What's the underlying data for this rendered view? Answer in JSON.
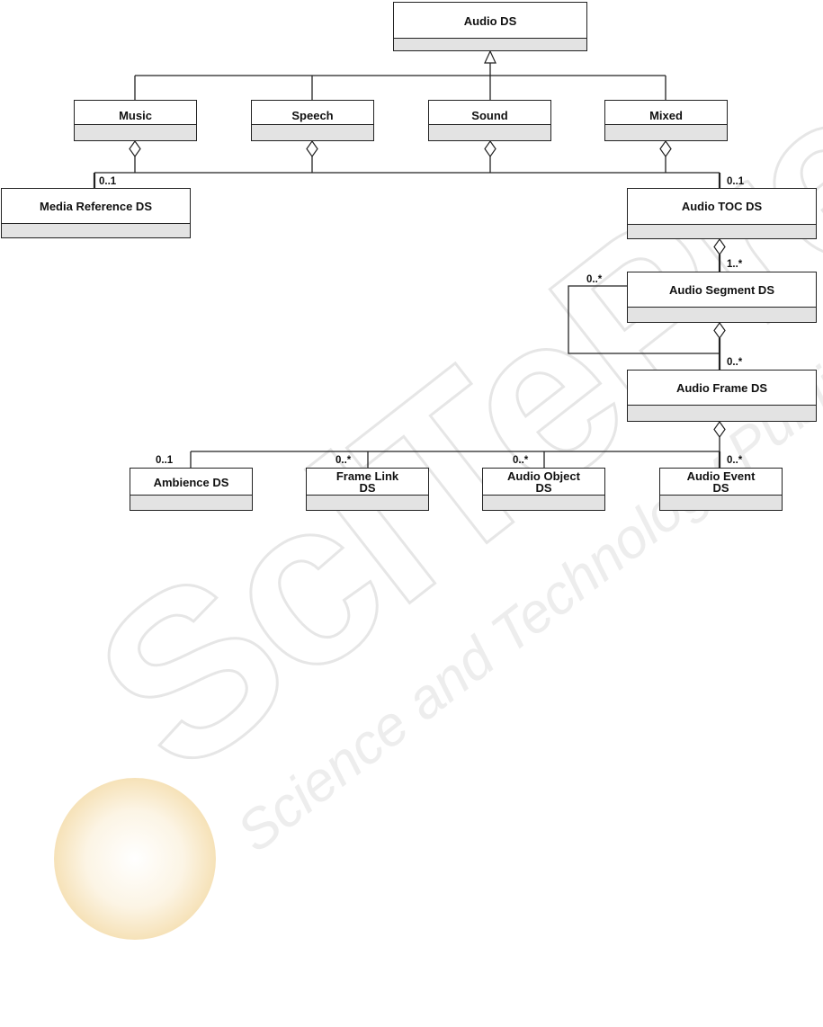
{
  "watermark": {
    "brand": "SciTePress",
    "tagline": "Science and Technology Publications"
  },
  "classes": {
    "audio_ds": "Audio DS",
    "music": "Music",
    "speech": "Speech",
    "sound": "Sound",
    "mixed": "Mixed",
    "media_reference_ds": "Media Reference DS",
    "audio_toc_ds": "Audio TOC DS",
    "audio_segment_ds": "Audio Segment DS",
    "audio_frame_ds": "Audio Frame DS",
    "ambience_ds": "Ambience DS",
    "frame_link_ds": "Frame Link\nDS",
    "audio_object_ds": "Audio Object\nDS",
    "audio_event_ds": "Audio Event\nDS"
  },
  "multiplicities": {
    "media_reference": "0..1",
    "audio_toc": "0..1",
    "audio_segment": "1..*",
    "segment_self": "0..*",
    "audio_frame": "0..*",
    "ambience": "0..1",
    "frame_link": "0..*",
    "audio_object": "0..*",
    "audio_event": "0..*"
  },
  "colors": {
    "line": "#222222",
    "compartment": "#e3e3e3",
    "watermark_gray": "#e9e9e9",
    "watermark_orange": "#f6e2b5"
  }
}
